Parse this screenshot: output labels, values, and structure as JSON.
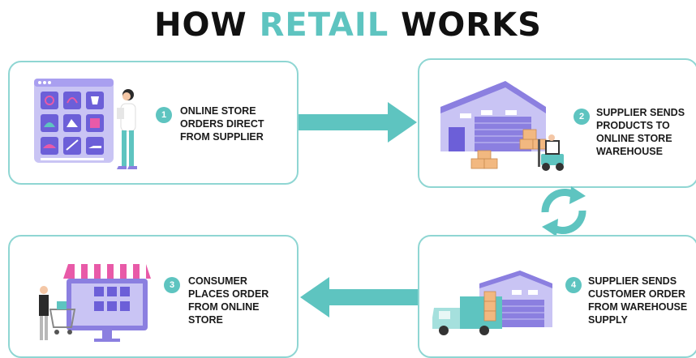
{
  "title": {
    "part1": "HOW ",
    "accent": "RETAIL",
    "part2": " WORKS"
  },
  "colors": {
    "accent": "#5ec4c0",
    "border": "#8fd6d3",
    "purple": "#8b7fe0",
    "pink": "#e85aa8"
  },
  "steps": [
    {
      "number": "1",
      "lines": [
        "ONLINE STORE",
        "ORDERS DIRECT",
        "FROM SUPPLIER"
      ]
    },
    {
      "number": "2",
      "lines": [
        "SUPPLIER SENDS",
        "PRODUCTS TO",
        "ONLINE STORE",
        "WAREHOUSE"
      ]
    },
    {
      "number": "3",
      "lines": [
        "CONSUMER",
        "PLACES ORDER",
        "FROM ONLINE",
        "STORE"
      ]
    },
    {
      "number": "4",
      "lines": [
        "SUPPLIER SENDS",
        "CUSTOMER ORDER",
        "FROM WAREHOUSE",
        "SUPPLY"
      ]
    }
  ],
  "icons": {
    "card1": "online-store-tablet-icon",
    "card2": "warehouse-forklift-icon",
    "card3": "store-monitor-shopper-icon",
    "card4": "warehouse-truck-icon",
    "arrow_right": "arrow-right-icon",
    "cycle": "refresh-cycle-icon",
    "arrow_left": "arrow-left-icon"
  }
}
